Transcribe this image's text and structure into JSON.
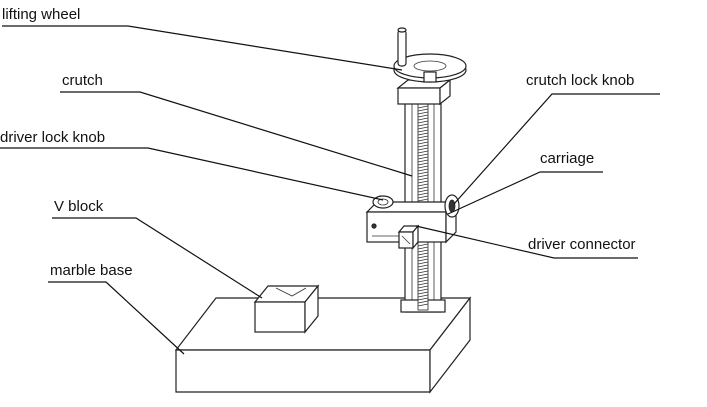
{
  "labels": {
    "lifting_wheel": "lifting wheel",
    "crutch": "crutch",
    "driver_lock_knob": "driver lock knob",
    "v_block": "V block",
    "marble_base": "marble base",
    "crutch_lock_knob": "crutch lock knob",
    "carriage": "carriage",
    "driver_connector": "driver connector"
  }
}
